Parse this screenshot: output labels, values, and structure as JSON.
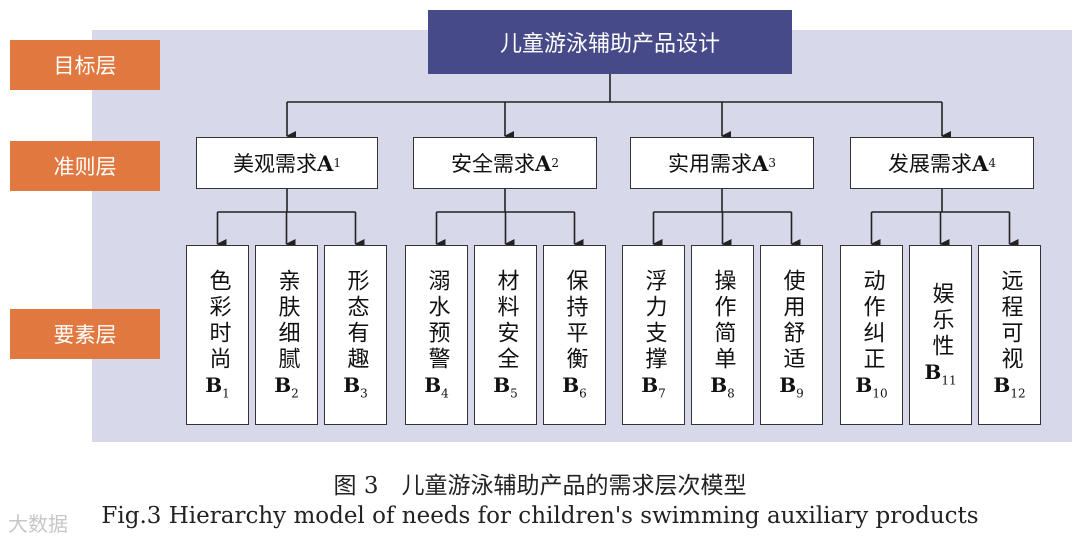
{
  "layers": {
    "goal_layer": "目标层",
    "criteria_layer": "准则层",
    "element_layer": "要素层"
  },
  "goal": "儿童游泳辅助产品设计",
  "criteria": [
    {
      "label": "美观需求",
      "code": "A",
      "index": "1"
    },
    {
      "label": "安全需求",
      "code": "A",
      "index": "2"
    },
    {
      "label": "实用需求",
      "code": "A",
      "index": "3"
    },
    {
      "label": "发展需求",
      "code": "A",
      "index": "4"
    }
  ],
  "elements": [
    {
      "label": "色彩时尚",
      "code": "B",
      "index": "1",
      "parent": 0
    },
    {
      "label": "亲肤细腻",
      "code": "B",
      "index": "2",
      "parent": 0
    },
    {
      "label": "形态有趣",
      "code": "B",
      "index": "3",
      "parent": 0
    },
    {
      "label": "溺水预警",
      "code": "B",
      "index": "4",
      "parent": 1
    },
    {
      "label": "材料安全",
      "code": "B",
      "index": "5",
      "parent": 1
    },
    {
      "label": "保持平衡",
      "code": "B",
      "index": "6",
      "parent": 1
    },
    {
      "label": "浮力支撑",
      "code": "B",
      "index": "7",
      "parent": 2
    },
    {
      "label": "操作简单",
      "code": "B",
      "index": "8",
      "parent": 2
    },
    {
      "label": "使用舒适",
      "code": "B",
      "index": "9",
      "parent": 2
    },
    {
      "label": "动作纠正",
      "code": "B",
      "index": "10",
      "parent": 3
    },
    {
      "label": "娱乐性",
      "code": "B",
      "index": "11",
      "parent": 3
    },
    {
      "label": "远程可视",
      "code": "B",
      "index": "12",
      "parent": 3
    }
  ],
  "caption": {
    "cn": "图 3　儿童游泳辅助产品的需求层次模型",
    "en": "Fig.3 Hierarchy model of needs for children's swimming auxiliary products"
  },
  "watermark": "大数据",
  "colors": {
    "panel": "#d7d9ea",
    "layer_tag": "#e0783f",
    "goal": "#474a89"
  }
}
